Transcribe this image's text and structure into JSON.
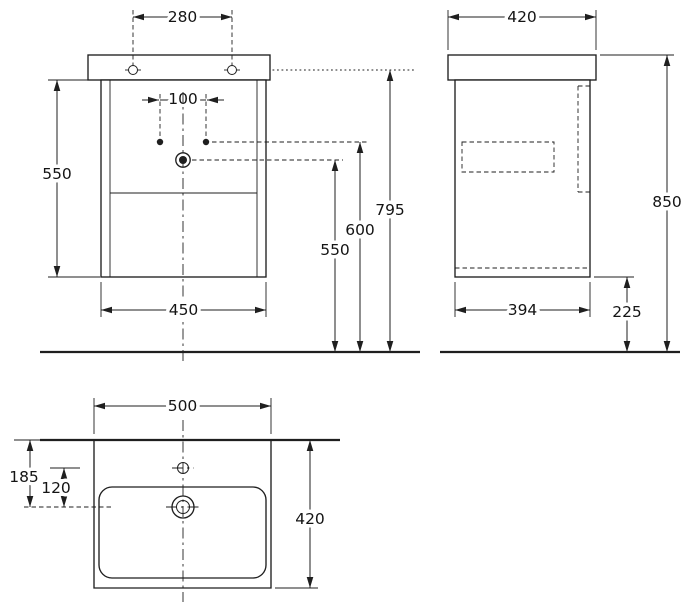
{
  "drawing": {
    "colors": {
      "background": "#ffffff",
      "line": "#1f1f1f",
      "text": "#141414"
    },
    "front_view": {
      "mounting_holes_spacing": "280",
      "faucet_holes_spacing": "100",
      "cabinet_height": "550",
      "cabinet_width": "450",
      "drain_height": "550",
      "faucet_height": "600",
      "countertop_holes_height": "795"
    },
    "side_view": {
      "countertop_depth": "420",
      "overall_height": "850",
      "cabinet_depth": "394",
      "underside_clearance": "225"
    },
    "plan_view": {
      "basin_width": "500",
      "wall_to_drain": "185",
      "deck_to_drain": "120",
      "basin_depth": "420"
    }
  }
}
